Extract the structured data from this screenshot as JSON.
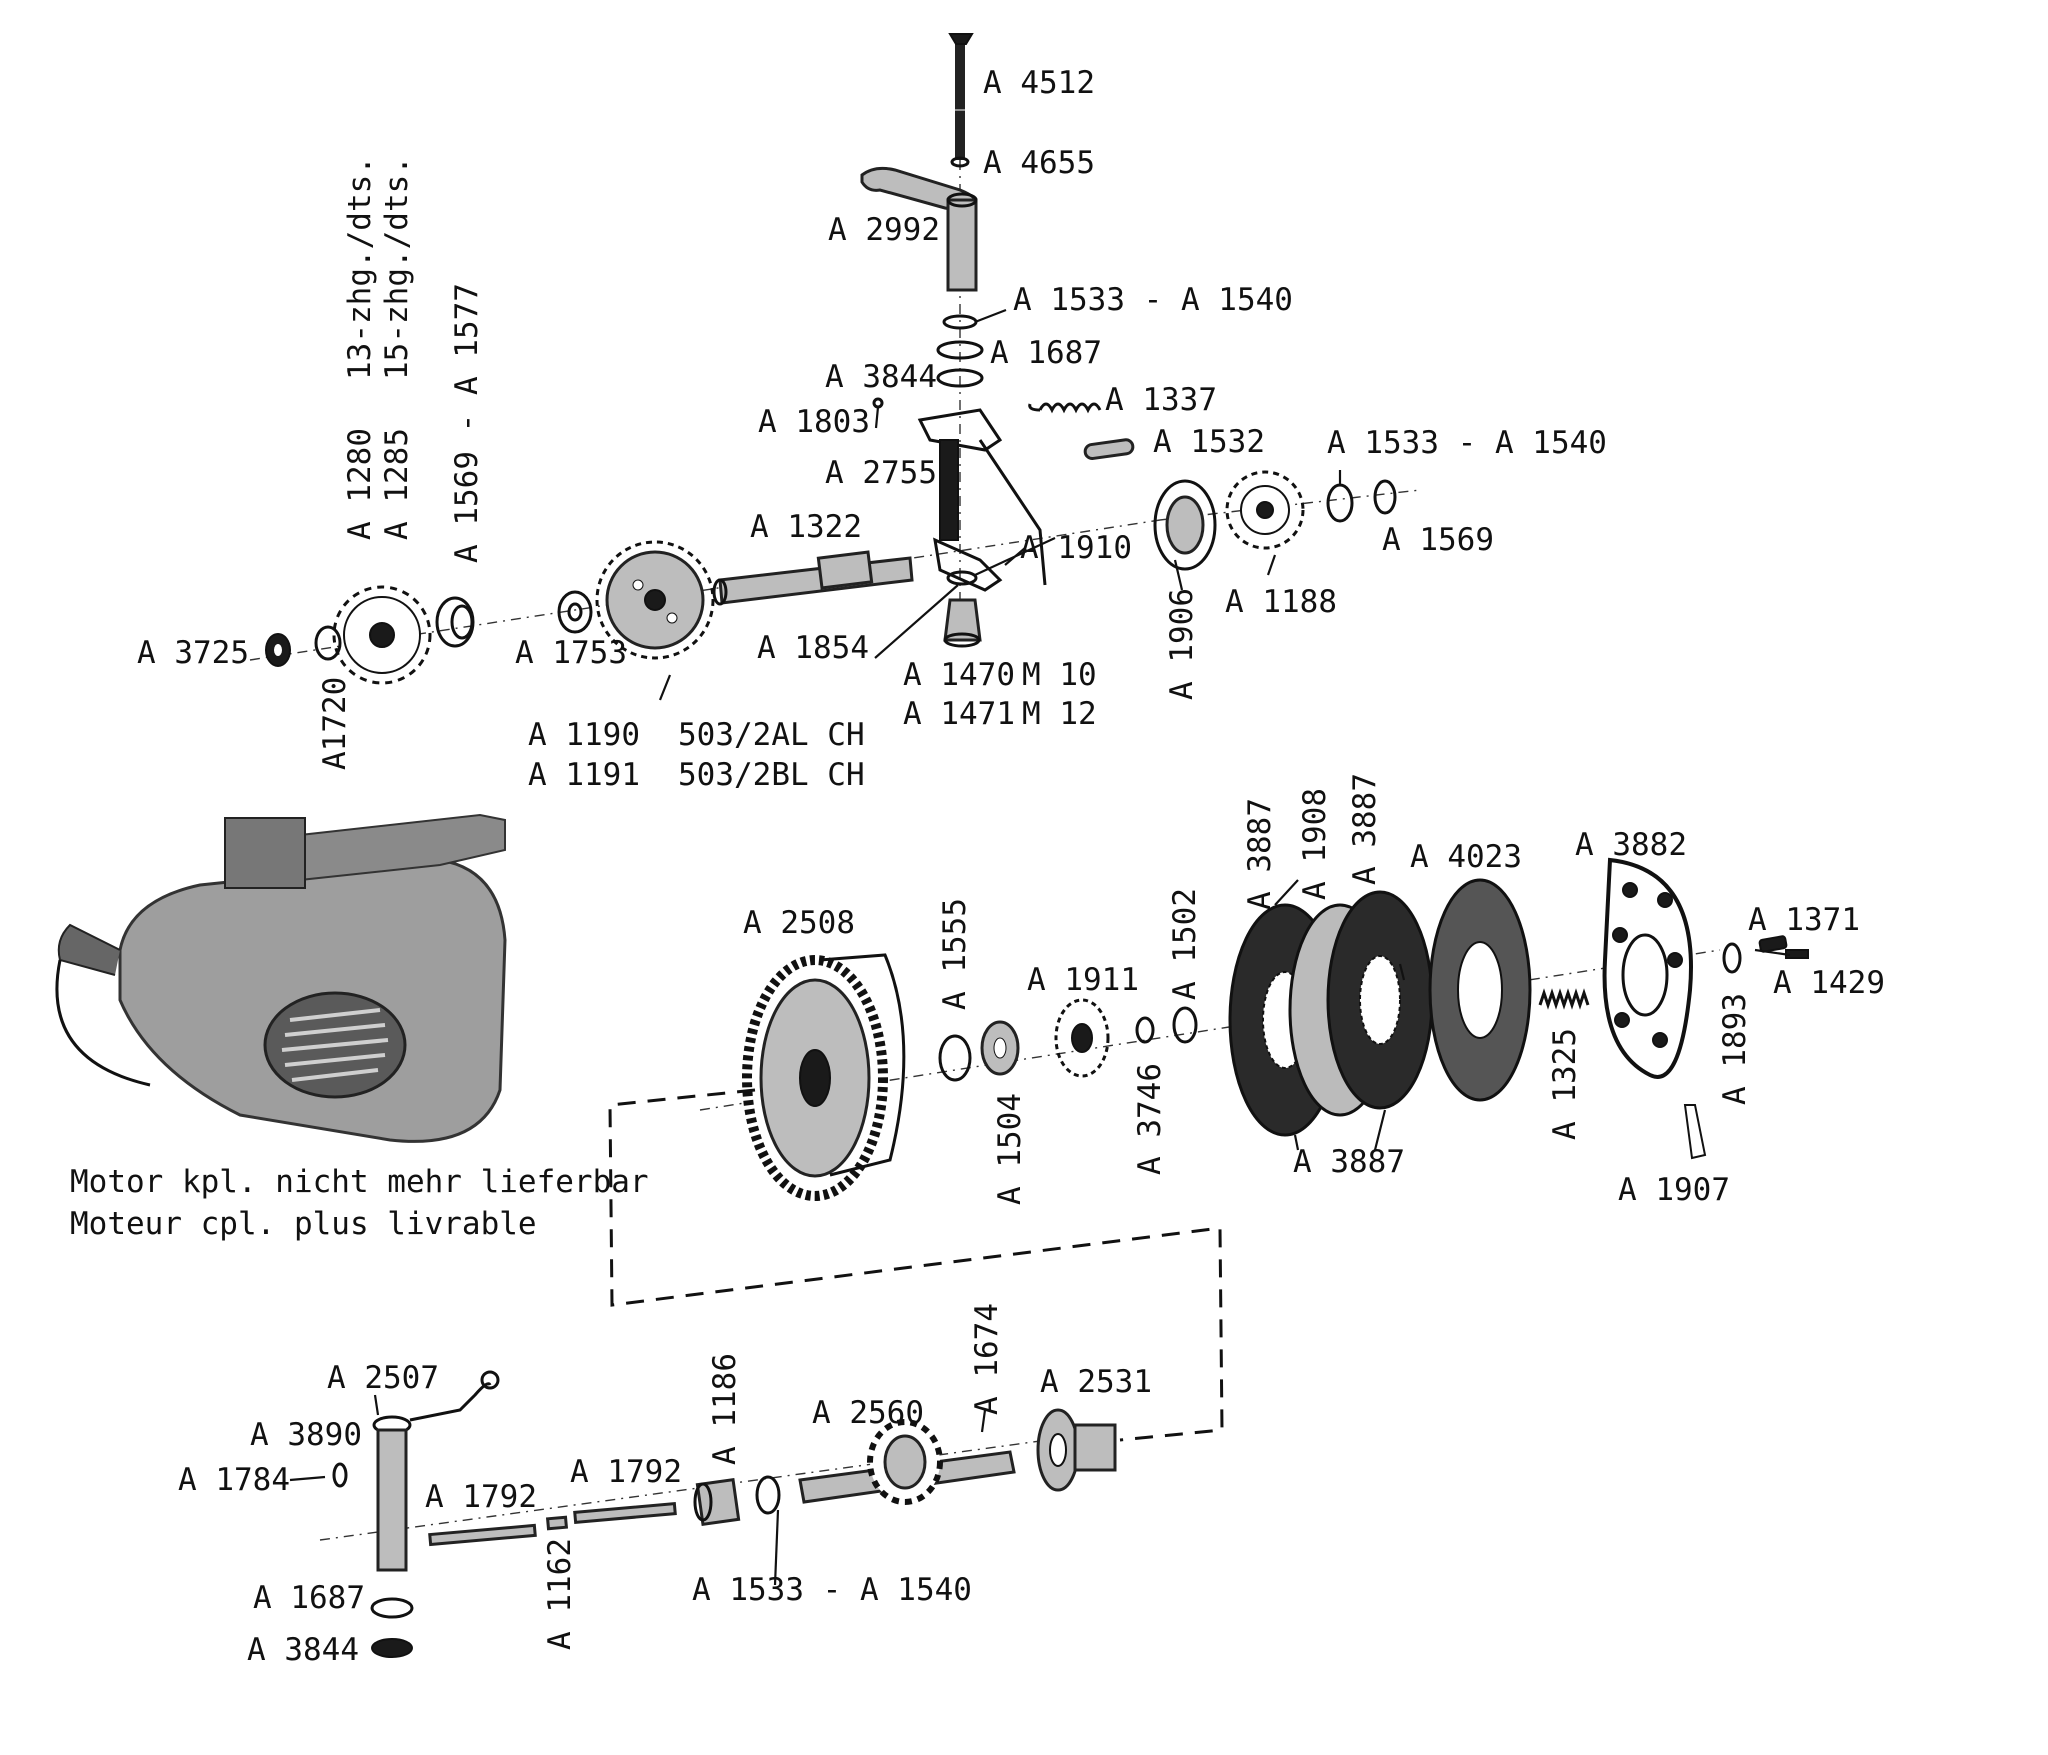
{
  "labels": {
    "a4512": "A 4512",
    "a4655": "A 4655",
    "a2992": "A 2992",
    "a1533_top": "A 1533 - A 1540",
    "a1687_top": "A 1687",
    "a3844_top": "A 3844",
    "a1337": "A 1337",
    "a1803": "A 1803",
    "a1532": "A 1532",
    "a1533_right": "A 1533 - A 1540",
    "a2755": "A 2755",
    "a1322": "A 1322",
    "a1910": "A 1910",
    "a1569_right": "A 1569",
    "a1188": "A 1188",
    "a1906": "A 1906",
    "a1854": "A 1854",
    "a1470": "A 1470",
    "m10": "M 10",
    "a1471": "A 1471",
    "m12": "M 12",
    "a3725": "A 3725",
    "a1720": "A1720",
    "a1753": "A 1753",
    "a1280": "A 1280",
    "a1280_desc": "13-zhg./dts.",
    "a1285": "A 1285",
    "a1285_desc": "15-zhg./dts.",
    "a1569_1577": "A 1569 - A 1577",
    "a1190": "A 1190",
    "a1190_desc": "503/2AL CH",
    "a1191": "A 1191",
    "a1191_desc": "503/2BL CH",
    "a2508": "A 2508",
    "a1555": "A 1555",
    "a1911": "A 1911",
    "a1502": "A 1502",
    "a3887_a": "A 3887",
    "a1908": "A 1908",
    "a3887_b": "A 3887",
    "a4023": "A 4023",
    "a3882": "A 3882",
    "a1371": "A 1371",
    "a1429": "A 1429",
    "a1893": "A 1893",
    "a1325": "A 1325",
    "a1504": "A 1504",
    "a3746": "A 3746",
    "a3887_c": "A 3887",
    "a1907": "A 1907",
    "a2507": "A 2507",
    "a3890": "A 3890",
    "a1784": "A 1784",
    "a1792_a": "A 1792",
    "a1792_b": "A 1792",
    "a1186": "A 1186",
    "a2560": "A 2560",
    "a1674": "A 1674",
    "a2531": "A 2531",
    "a1687_bottom": "A 1687",
    "a3844_bottom": "A 3844",
    "a1162": "A 1162",
    "a1533_bottom": "A 1533 - A 1540"
  },
  "caption": {
    "line1": "Motor kpl. nicht mehr lieferbar",
    "line2": "Moteur cpl. plus livrable"
  }
}
